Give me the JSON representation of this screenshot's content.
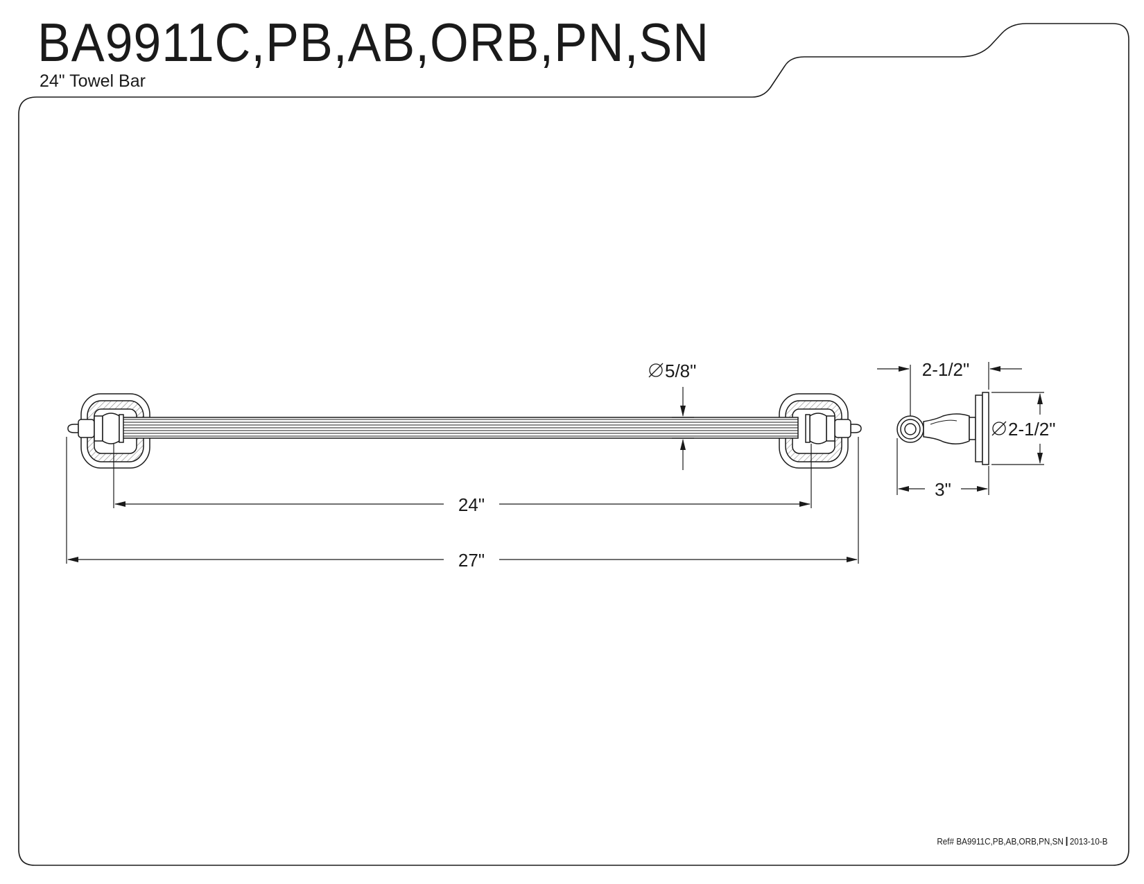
{
  "header": {
    "title": "BA9911C,PB,AB,ORB,PN,SN",
    "subtitle": "24\" Towel Bar"
  },
  "dimensions": {
    "bar_diameter": "5/8\"",
    "center_to_center": "24\"",
    "overall_length": "27\"",
    "projection_top": "2-1/2\"",
    "flange_diameter": "2-1/2\"",
    "projection_bottom": "3\""
  },
  "footer": {
    "ref_label": "Ref#",
    "ref_models": "BA9911C,PB,AB,ORB,PN,SN",
    "revision": "2013-10-B"
  },
  "colors": {
    "line": "#1a1a1a",
    "background": "#ffffff"
  }
}
